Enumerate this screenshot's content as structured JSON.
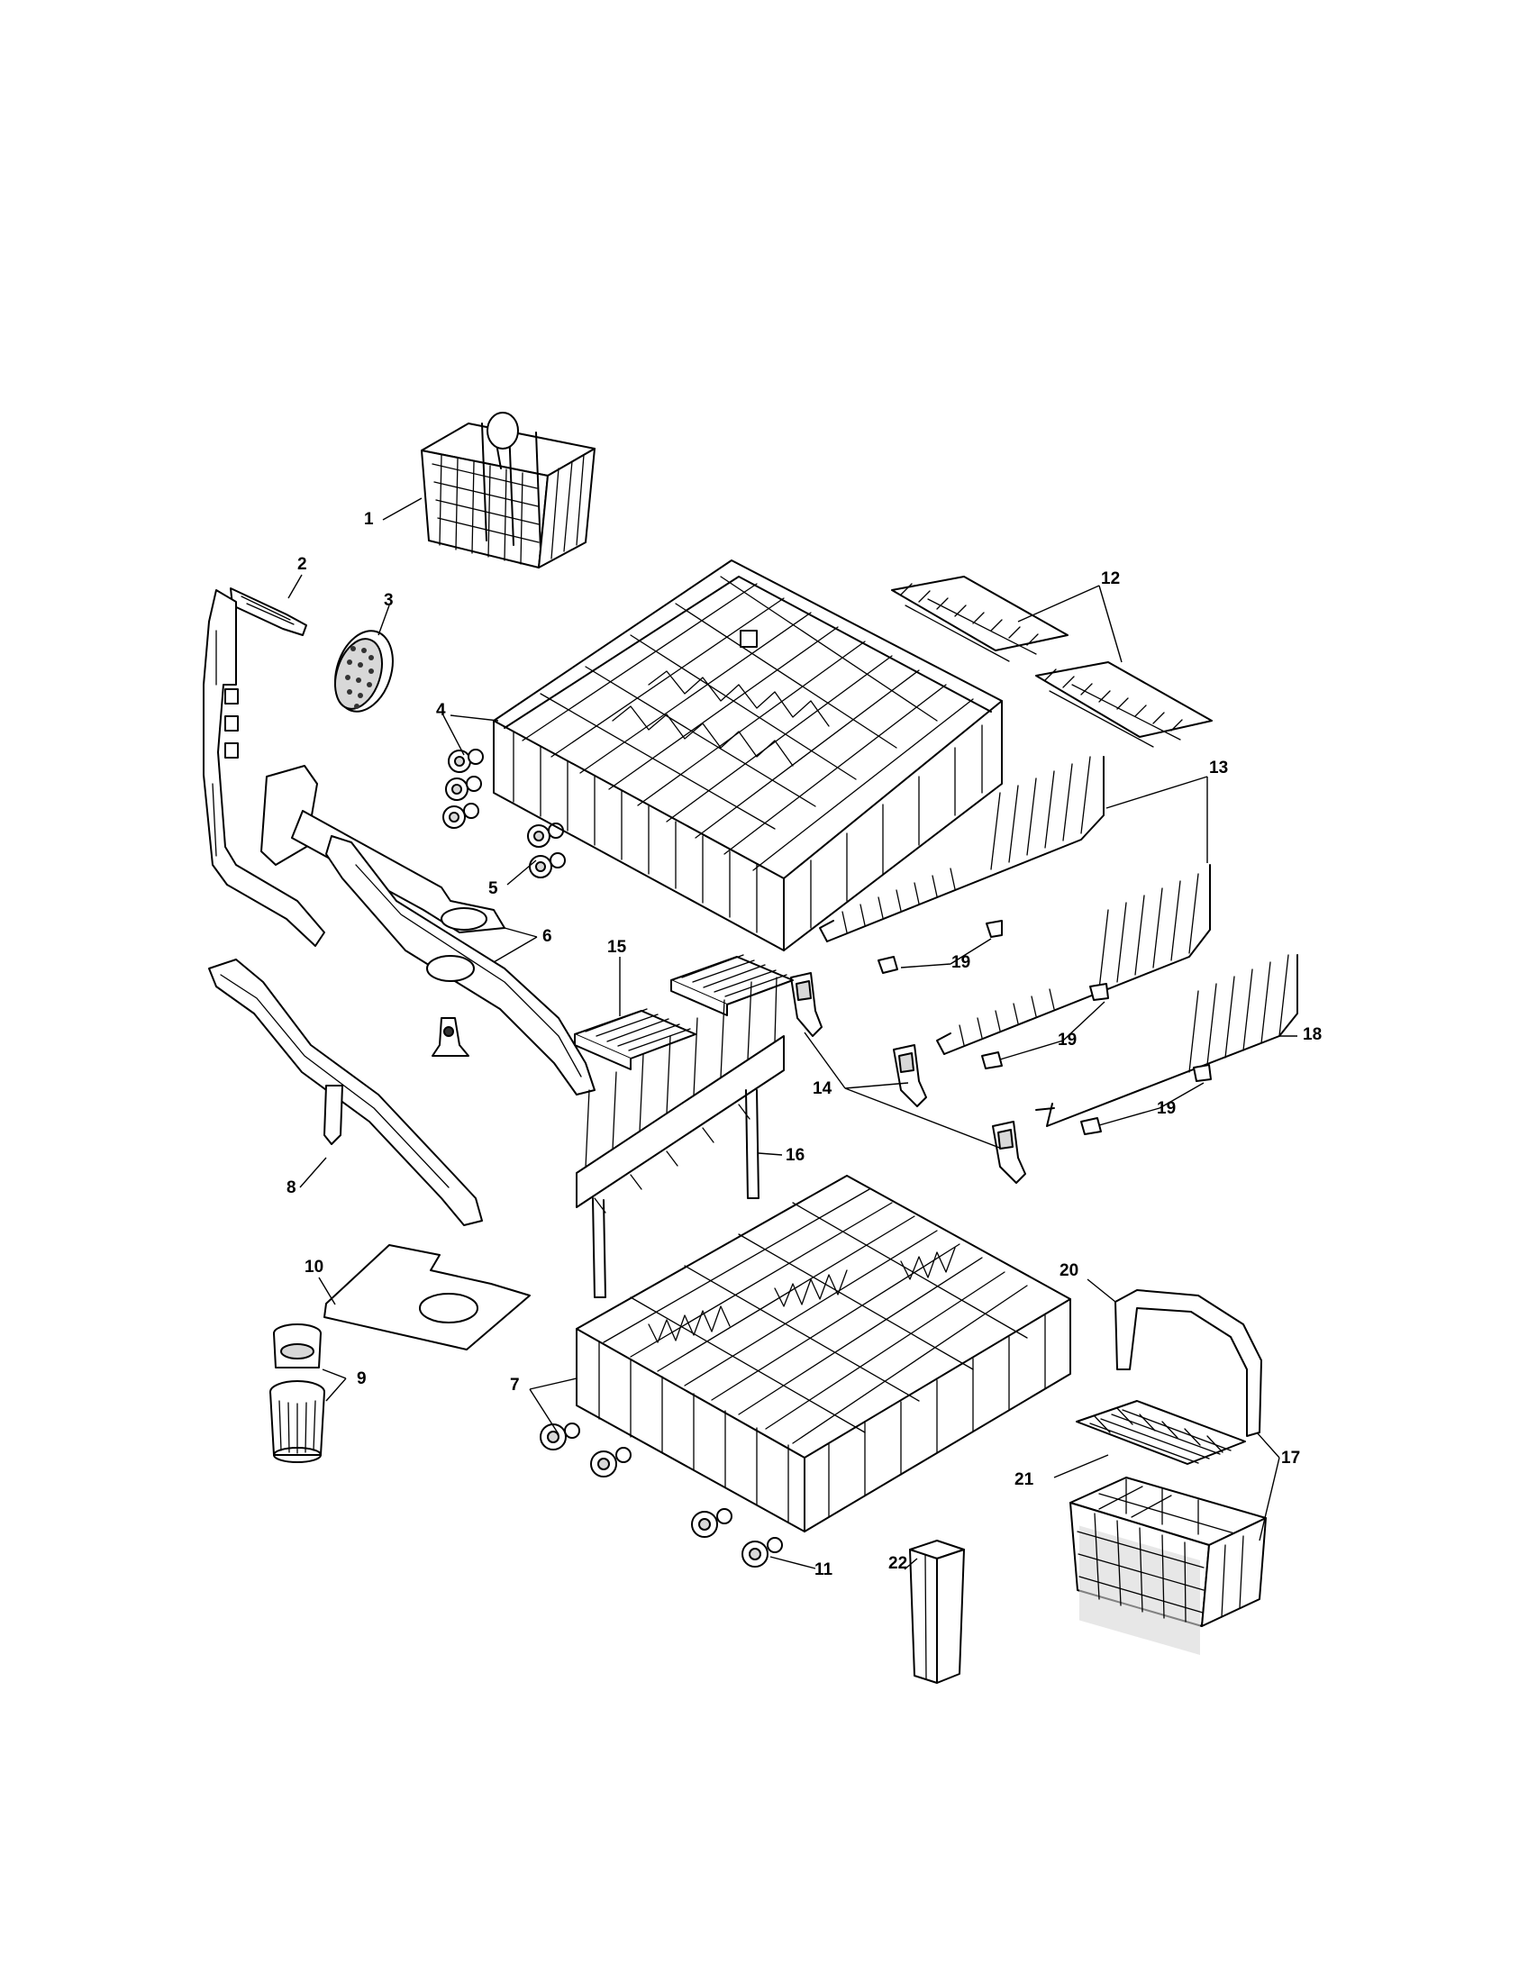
{
  "callouts": {
    "c1": "1",
    "c2": "2",
    "c3": "3",
    "c4": "4",
    "c5": "5",
    "c6": "6",
    "c7": "7",
    "c8": "8",
    "c9": "9",
    "c10": "10",
    "c11": "11",
    "c12": "12",
    "c13": "13",
    "c14": "14",
    "c15": "15",
    "c16": "16",
    "c17": "17",
    "c18": "18",
    "c19a": "19",
    "c19b": "19",
    "c19c": "19",
    "c20": "20",
    "c21": "21",
    "c22": "22"
  }
}
